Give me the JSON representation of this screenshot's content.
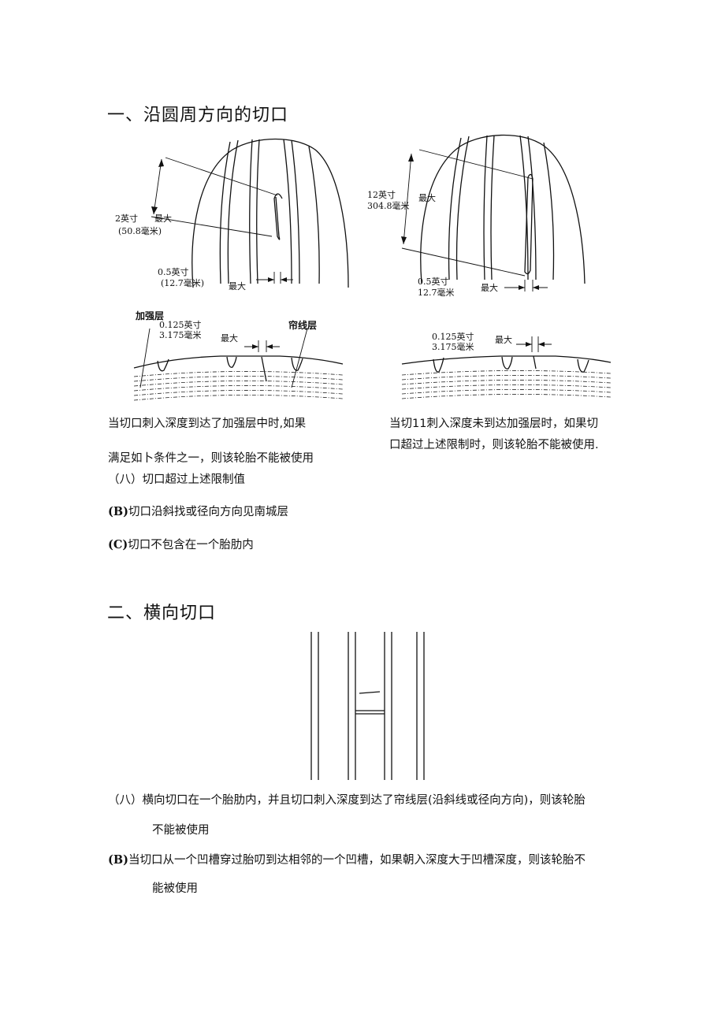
{
  "section1": {
    "heading": "一、沿圆周方向的切口",
    "fig_left": {
      "len_in": "2英寸",
      "len_mm": "(50.8毫米)",
      "len_max": "最大",
      "width_in": "0.5英寸",
      "width_mm": "(12.7毫米)",
      "width_max": "最大"
    },
    "fig_right": {
      "len_in": "12英寸",
      "len_mm": "304.8毫米",
      "len_max": "最大",
      "width_in": "0.5英寸",
      "width_mm": "12.7毫米",
      "width_max": "最大"
    },
    "section_left": {
      "reinforce_label": "加强层",
      "depth_in": "0.125英寸",
      "depth_mm": "3.175毫米",
      "depth_max": "最大",
      "cord_label": "帘线层"
    },
    "section_right": {
      "depth_in": "0.125英寸",
      "depth_mm": "3.175毫米",
      "depth_max": "最大"
    },
    "left_text_1": "当切口刺入深度到达了加强层中时,如果",
    "left_text_2": "满足如卜条件之一，则该轮胎不能被使用",
    "right_text_1": "当切11刺入深度未到达加强层时，如果切",
    "right_text_2": "口超过上述限制时，则该轮胎不能被使用.",
    "conditions": [
      {
        "prefix": "（八）",
        "text": "切口超过上述限制值"
      },
      {
        "prefix": "(B)",
        "text": "切口沿斜找或径向方向见南城层"
      },
      {
        "prefix": "(C)",
        "text": "切口不包含在一个胎肋内"
      }
    ]
  },
  "section2": {
    "heading": "二、横向切口",
    "items": [
      {
        "prefix": "（八）",
        "line1": "横向切口在一个胎肋内，并且切口刺入深度到达了帘线层(沿斜线或径向方向)，则该轮胎",
        "line2": "不能被使用"
      },
      {
        "prefix": "(B)",
        "line1": "当切口从一个凹槽穿过胎叨到达相邻的一个凹槽，如果朝入深度大于凹槽深度，则该轮胎不",
        "line2": "能被使用"
      }
    ]
  }
}
